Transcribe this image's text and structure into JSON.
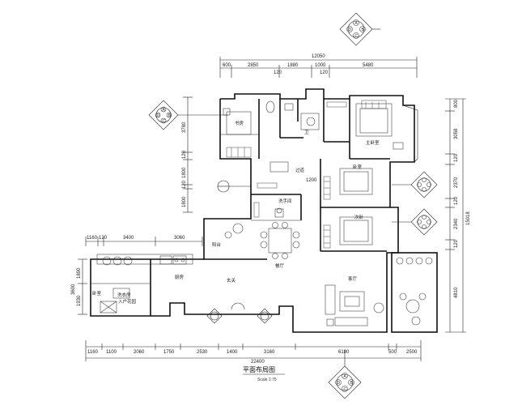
{
  "drawing": {
    "title": "平面布局图",
    "scale": "Scale 1:75"
  },
  "dims_top_total": "12050",
  "dims_top": [
    "600",
    "2850",
    "1880",
    "1000",
    "5480"
  ],
  "dims_top_inner": [
    "120",
    "120"
  ],
  "dims_bottom_total": "22400",
  "dims_bottom": [
    "1160",
    "1100",
    "2060",
    "1750",
    "2530",
    "1400",
    "3160",
    "6180",
    "500",
    "2500"
  ],
  "dims_left_stair": [
    "1160",
    "120",
    "3400",
    "3060"
  ],
  "dims_left_vert": [
    "3780",
    "120",
    "1800",
    "120",
    "1800"
  ],
  "dims_left_lower": [
    "1890",
    "3600",
    "1930"
  ],
  "dims_right_vert": [
    "800",
    "3058",
    "120",
    "2370",
    "120",
    "2340",
    "120",
    "4810"
  ],
  "dims_right_total": "15018",
  "dim_mid": "1200",
  "rooms": {
    "master_bed": "主卧室",
    "study": "书房",
    "bath": "卫",
    "bed1": "卧室",
    "bed2": "次卧",
    "bed3": "卧室",
    "wash": "洗手间",
    "corridor": "过道",
    "dining": "餐厅",
    "kitchen": "厨房",
    "balcony": "阳台",
    "living": "客厅",
    "laundry": "洗衣房",
    "entry": "入户花园",
    "hall": "玄关"
  },
  "index_symbol": {
    "letters": [
      "A",
      "B",
      "C",
      "D"
    ]
  }
}
